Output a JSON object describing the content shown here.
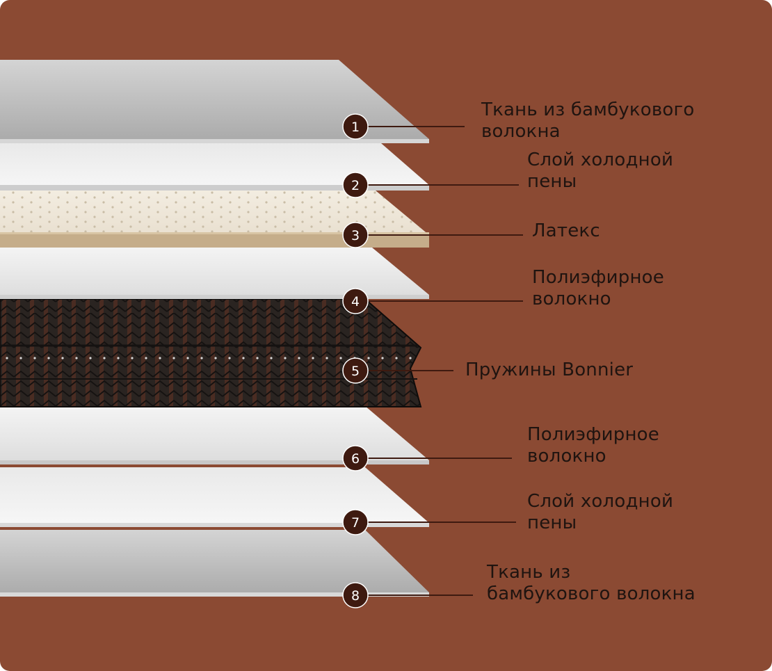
{
  "colors": {
    "background": "#8b4a33",
    "badge": "#3e1a10",
    "badge_text": "#ffffff",
    "leader_line": "#3e1a10",
    "label_text": "#1f1410"
  },
  "layers": [
    {
      "number": "1",
      "lines": [
        "Ткань из бамбукового",
        "волокна"
      ],
      "material": "grey-fabric"
    },
    {
      "number": "2",
      "lines": [
        "Слой холодной",
        "пены"
      ],
      "material": "white-foam"
    },
    {
      "number": "3",
      "lines": [
        "Латекс"
      ],
      "material": "latex"
    },
    {
      "number": "4",
      "lines": [
        "Полиэфирное",
        "волокно"
      ],
      "material": "white-fiber"
    },
    {
      "number": "5",
      "lines": [
        "Пружины Bonnier"
      ],
      "material": "springs"
    },
    {
      "number": "6",
      "lines": [
        "Полиэфирное",
        "волокно"
      ],
      "material": "white-fiber"
    },
    {
      "number": "7",
      "lines": [
        "Слой холодной",
        "пены"
      ],
      "material": "white-foam"
    },
    {
      "number": "8",
      "lines": [
        "Ткань из",
        "бамбукового волокна"
      ],
      "material": "grey-fabric"
    }
  ]
}
